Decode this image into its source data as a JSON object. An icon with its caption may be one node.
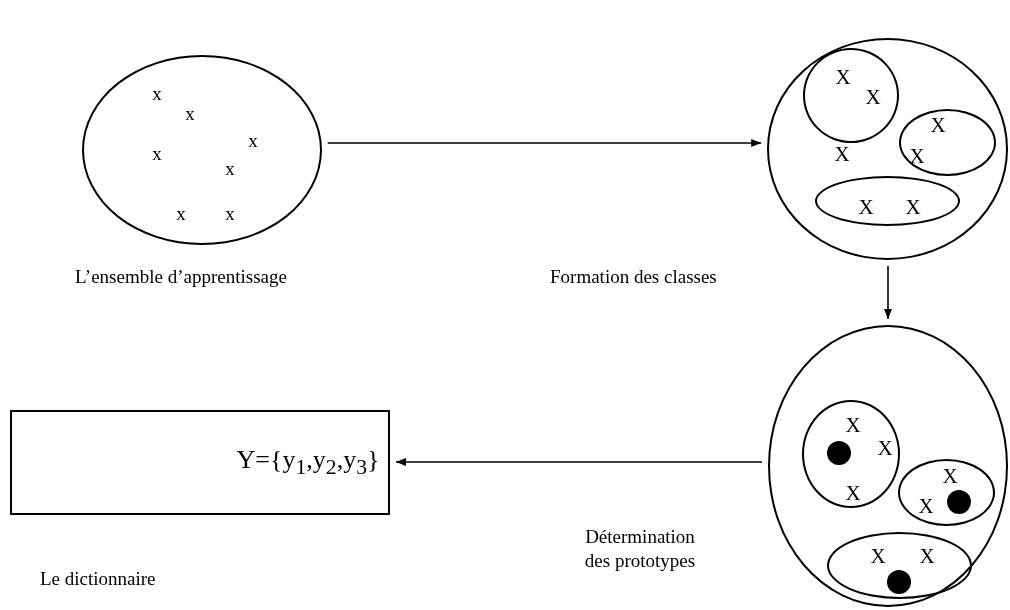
{
  "diagram": {
    "nodes": [
      {
        "text": [
          "x",
          "x",
          "x",
          "x",
          "x",
          "x",
          "x"
        ],
        "beside": [
          "L’ensemble d’apprentissage"
        ]
      },
      {
        "text": [
          "X"
        ],
        "beside": [
          "Formation des classes"
        ]
      },
      {
        "text": [
          "X",
          "X"
        ],
        "in": 1
      },
      {
        "text": [
          "X",
          "X"
        ],
        "in": 1
      },
      {
        "text": [
          "X",
          "X"
        ],
        "in": 1
      },
      {
        "text": [],
        "shape": "circle",
        "beside": [
          "Détermination des prototypes"
        ]
      },
      {
        "text": [
          "X",
          "X",
          "X"
        ],
        "in": 5
      },
      {
        "text": [
          "X",
          "X"
        ],
        "in": 5
      },
      {
        "text": [
          "X",
          "X"
        ],
        "in": 5
      },
      {
        "text": [
          "Y={y$_{1}$,y$_{2}$,y$_{3}$}"
        ],
        "beside": [
          "Le dictionnaire"
        ]
      }
    ],
    "edges": [
      {
        "from": 0,
        "to": 1,
        "arrow": "to"
      },
      {
        "from": 1,
        "to": 5,
        "arrow": "to"
      },
      {
        "from": 5,
        "to": 9,
        "arrow": "to"
      }
    ]
  }
}
